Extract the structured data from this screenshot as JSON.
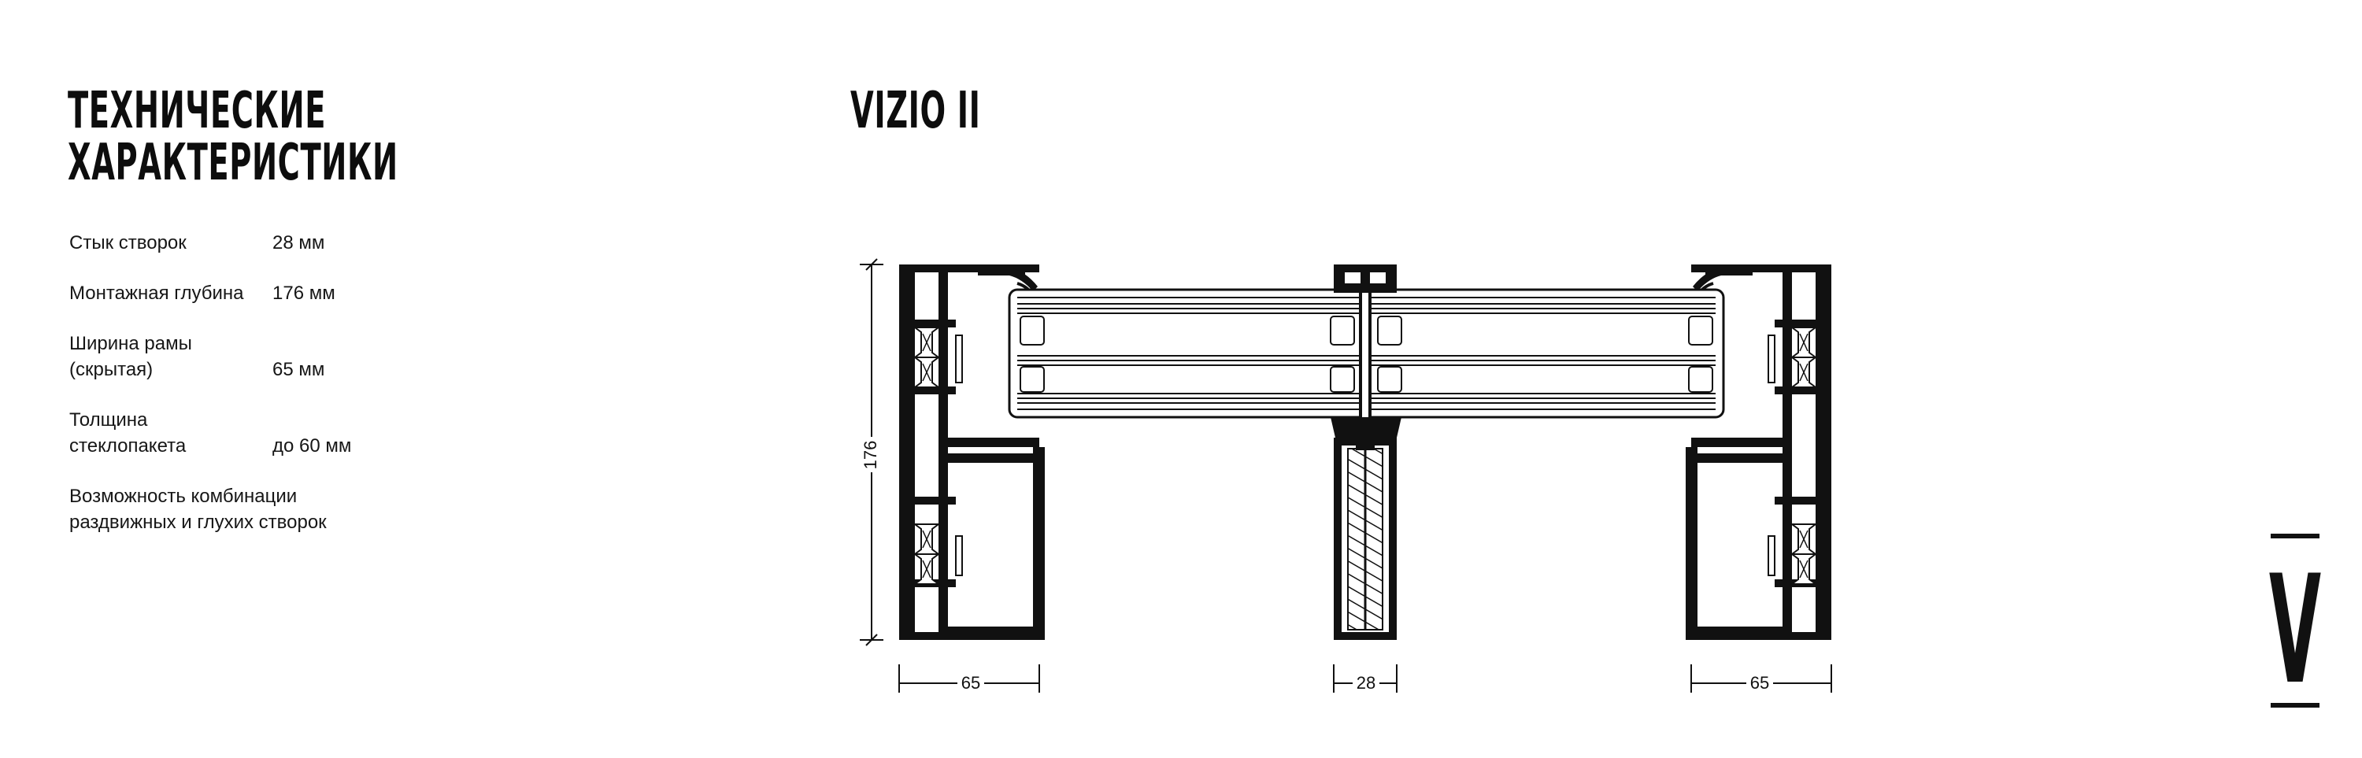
{
  "title_lines": [
    "Технические",
    "характеристики"
  ],
  "product_name": "VIZIO II",
  "specs": [
    {
      "label": "Стык створок",
      "value": "28 мм"
    },
    {
      "label": "Монтажная глубина",
      "value": "176 мм"
    },
    {
      "label": "Ширина рамы\n(скрытая)",
      "value": "65 мм"
    },
    {
      "label": "Толщина\nстеклопакета",
      "value": "до 60 мм"
    }
  ],
  "feature": "Возможность комбинации\nраздвижных и глухих створок",
  "dimensions": {
    "depth": "176",
    "frame_left": "65",
    "meeting_joint": "28",
    "frame_right": "65"
  },
  "logo": {
    "letter": "V"
  }
}
